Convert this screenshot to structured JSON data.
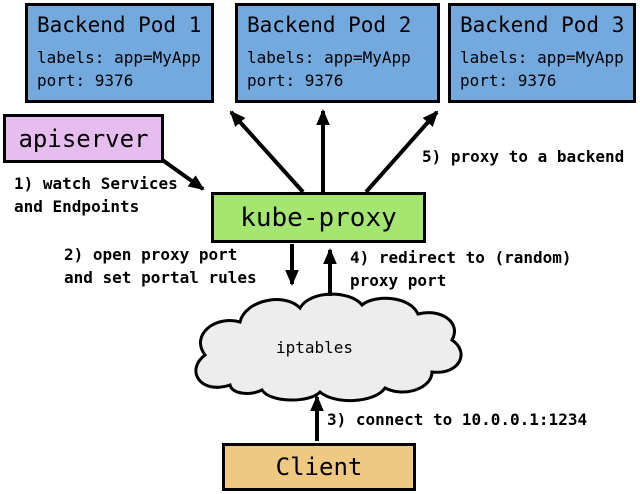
{
  "pods": [
    {
      "title": "Backend Pod 1",
      "labels": "labels: app=MyApp",
      "port": "port: 9376"
    },
    {
      "title": "Backend Pod 2",
      "labels": "labels: app=MyApp",
      "port": "port: 9376"
    },
    {
      "title": "Backend Pod 3",
      "labels": "labels: app=MyApp",
      "port": "port: 9376"
    }
  ],
  "nodes": {
    "apiserver": "apiserver",
    "kube_proxy": "kube-proxy",
    "iptables": "iptables",
    "client": "Client"
  },
  "annotations": {
    "step1": "1) watch Services\nand Endpoints",
    "step2": "2) open proxy port\nand set portal rules",
    "step3": "3) connect to 10.0.0.1:1234",
    "step4": "4) redirect to (random)\nproxy port",
    "step5": "5) proxy to a backend"
  },
  "colors": {
    "pod_fill": "#74a9dd",
    "apiserver_fill": "#e7bdef",
    "kube_proxy_fill": "#a5e671",
    "client_fill": "#efc981",
    "cloud_fill": "#ededed",
    "line": "#000000"
  }
}
